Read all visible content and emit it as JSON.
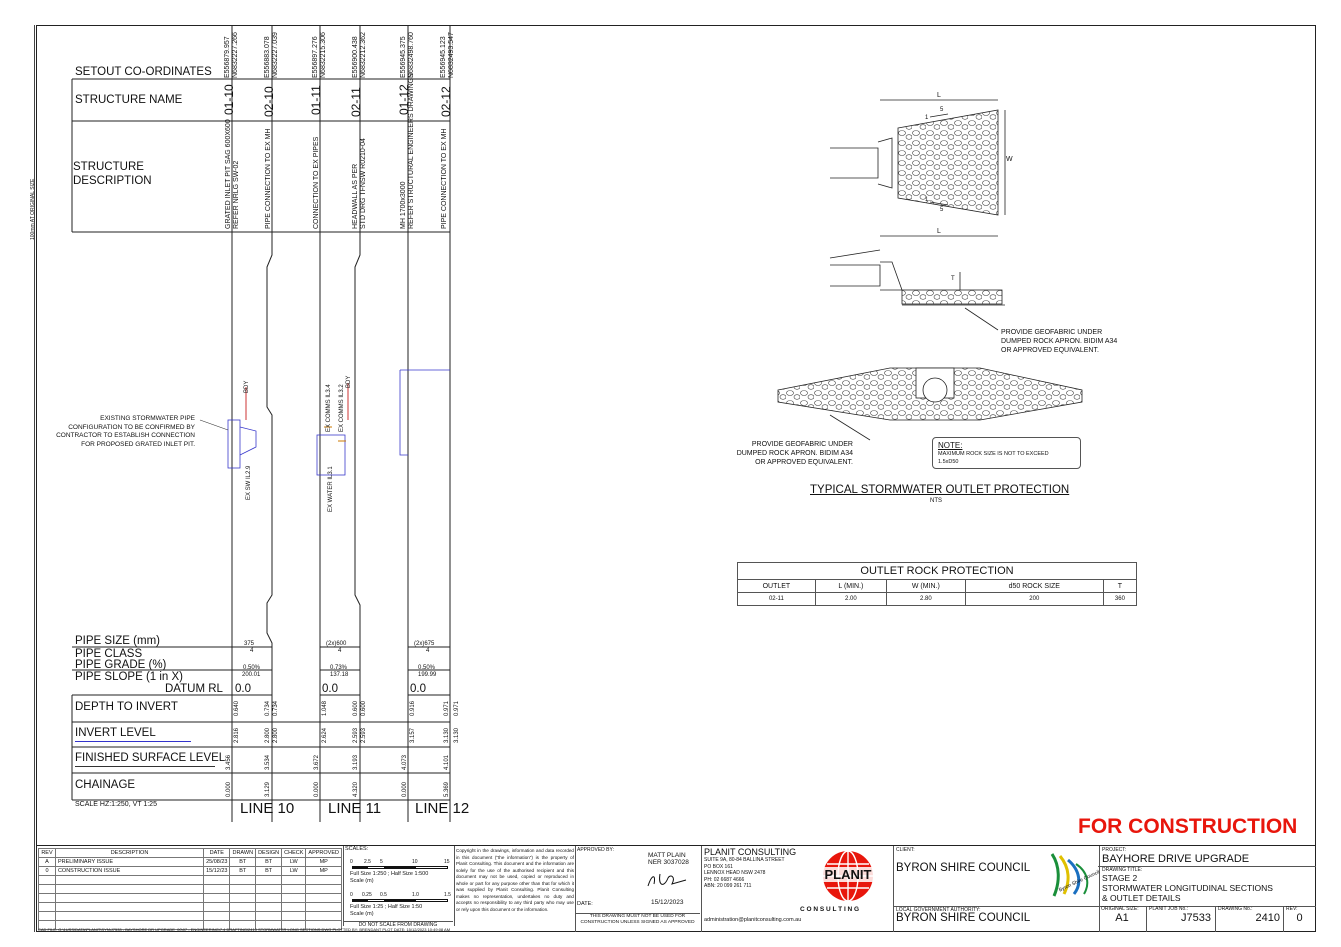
{
  "side_note": "100mm AT ORIGINAL SIZE",
  "left_table": {
    "setout_label": "SETOUT CO-ORDINATES",
    "structure_name_label": "STRUCTURE NAME",
    "structure_desc_label": "STRUCTURE\nDESCRIPTION",
    "coords": [
      {
        "e": "E556879.957",
        "n": "N6832227.266"
      },
      {
        "e": "E556883.078",
        "n": "N6832227.039"
      },
      {
        "e": "E556897.276",
        "n": "N6832215.306"
      },
      {
        "e": "E556900.438",
        "n": "N6832212.362"
      },
      {
        "e": "E556945.375",
        "n": "N6832498.760"
      },
      {
        "e": "E556945.123",
        "n": "N6832493.547"
      }
    ],
    "names": [
      "01-10",
      "02-10",
      "01-11",
      "02-11",
      "01-12",
      "02-12"
    ],
    "descriptions": [
      "GRATED INLET PIT SAG 600X600",
      "REFER NRLG SW-02",
      "PIPE CONNECTION TO EX MH",
      "CONNECTION TO EX PIPES",
      "HEADWALL AS PER",
      "STD DRG TFNSW R0210-04",
      "MH 1700x3000",
      "REFER STRUCTURAL ENGINEERS DRAWINGS",
      "PIPE CONNECTION TO EX MH"
    ]
  },
  "existing_note": "EXISTING STORMWATER PIPE\nCONFIGURATION TO BE CONFIRMED BY\nCONTRACTOR TO ESTABLISH CONNECTION\nFOR PROPOSED GRATED INLET PIT.",
  "profile_labels": {
    "bdy1": "BDY",
    "bdy2": "BDY",
    "exsw": "EX SW IL2.9",
    "excomms1": "EX COMMS IL3.4",
    "excomms2": "EX COMMS IL3.2",
    "exwater": "EX WATER IL3.1"
  },
  "pipe_rows": {
    "pipe_size": "PIPE SIZE (mm)",
    "pipe_class": "PIPE CLASS",
    "pipe_grade": "PIPE GRADE (%)",
    "pipe_slope": "PIPE SLOPE (1 in X)",
    "datum": "DATUM RL",
    "depth": "DEPTH TO INVERT",
    "invert": "INVERT LEVEL",
    "fsl": "FINISHED SURFACE LEVEL",
    "chainage": "CHAINAGE",
    "scale": "SCALE HZ:1:250, VT 1:25"
  },
  "lines": [
    {
      "name": "LINE 10",
      "size": "375",
      "class": "4",
      "grade": "0.50%",
      "slope": "200.01",
      "datum": "0.0",
      "depth": [
        "0.640",
        "0.734",
        "0.734"
      ],
      "invert": [
        "2.816",
        "2.800",
        "2.800"
      ],
      "fsl": [
        "3.456",
        "3.534"
      ],
      "chainage": [
        "0.000",
        "3.129"
      ]
    },
    {
      "name": "LINE 11",
      "size": "(2x)600",
      "class": "4",
      "grade": "0.73%",
      "slope": "137.18",
      "datum": "0.0",
      "depth": [
        "1.048",
        "0.600",
        "0.600"
      ],
      "invert": [
        "2.624",
        "2.593",
        "2.593"
      ],
      "fsl": [
        "3.672",
        "3.193"
      ],
      "chainage": [
        "0.000",
        "4.320"
      ]
    },
    {
      "name": "LINE 12",
      "size": "(2x)675",
      "class": "4",
      "grade": "0.50%",
      "slope": "199.99",
      "datum": "0.0",
      "depth": [
        "0.916",
        "0.971",
        "0.971"
      ],
      "invert": [
        "3.157",
        "3.130",
        "3.130"
      ],
      "fsl": [
        "4.073",
        "4.101"
      ],
      "chainage": [
        "0.000",
        "5.369"
      ]
    }
  ],
  "detail": {
    "dim_L": "L",
    "dim_W": "W",
    "dim_T": "T",
    "slope_1": "1",
    "slope_5": "5",
    "geofabric_note_1": "PROVIDE GEOFABRIC UNDER\nDUMPED ROCK APRON. BIDIM A34\nOR APPROVED EQUIVALENT.",
    "geofabric_note_2": "PROVIDE GEOFABRIC UNDER\nDUMPED ROCK APRON. BIDIM A34\nOR APPROVED EQUIVALENT.",
    "note_title": "NOTE:",
    "note_body": "MAXIMUM ROCK SIZE IS NOT TO EXCEED\n1.5xD50",
    "title": "TYPICAL STORMWATER OUTLET PROTECTION",
    "subtitle": "NTS"
  },
  "rock_table": {
    "title": "OUTLET ROCK PROTECTION",
    "headers": [
      "OUTLET",
      "L (MIN.)",
      "W (MIN.)",
      "d50 ROCK SIZE",
      "T"
    ],
    "rows": [
      [
        "02-11",
        "2.00",
        "2.80",
        "200",
        "360"
      ]
    ]
  },
  "stamp": "FOR CONSTRUCTION",
  "color_stamp": "#e8160c",
  "title_block": {
    "rev_headers": [
      "REV",
      "DESCRIPTION",
      "DATE",
      "DRAWN",
      "DESIGN",
      "CHECK",
      "APPROVED"
    ],
    "rev_rows": [
      [
        "A",
        "PRELIMINARY ISSUE",
        "25/08/23",
        "BT",
        "BT",
        "LW",
        "MP"
      ],
      [
        "0",
        "CONSTRUCTION ISSUE",
        "15/12/23",
        "BT",
        "BT",
        "LW",
        "MP"
      ]
    ],
    "scales_label": "SCALES:",
    "scale1_ticks": [
      "0",
      "2.5",
      "5",
      "10",
      "15"
    ],
    "scale1_text": "Full Size 1:250 ; Half Size 1:500\nScale (m)",
    "scale2_ticks": [
      "0",
      "0.25",
      "0.5",
      "1.0",
      "1.5"
    ],
    "scale2_text": "Full Size 1:25 ; Half Size 1:50\nScale (m)",
    "do_not_scale": "DO NOT SCALE FROM DRAWING",
    "copyright": "Copyright in the drawings, information and data recorded in this document (\"the information\") is the property of Planit Consulting. This document and the information are solely for the use of the authorised recipient and this document may not be used, copied or reproduced in whole or part for any purpose other than that for which it was supplied by Planit Consulting. Planit Consulting makes no representation, undertakes no duty and accepts no responsibility to any third party who may use or rely upon this document or the information.",
    "approved_by": "APPROVED BY:",
    "approver_name": "MATT PLAIN",
    "approver_ner": "NER 3037028",
    "date_label": "DATE:",
    "date": "15/12/2023",
    "approval_note": "THIS DRAWING MUST NOT BE USED FOR\nCONSTRUCTION UNLESS SIGNED AS APPROVED",
    "company": "PLANIT CONSULTING",
    "company_addr": "SUITE 9A, 80-84 BALLINA STREET\nPO BOX 161\nLENNOX HEAD NSW 2478\nPH: 02 6687 4666\nABN: 20 099 261 711",
    "company_email": "administration@planitconsulting.com.au",
    "logo_text": "PLANIT",
    "logo_sub": "C O N S U L T I N G",
    "client_label": "CLIENT:",
    "client": "BYRON SHIRE COUNCIL",
    "authority_label": "LOCAL GOVERNMENT AUTHORITY:",
    "authority": "BYRON SHIRE COUNCIL",
    "council_logo_text": "Byron Shire Council",
    "project_label": "PROJECT:",
    "project": "BAYHORE DRIVE UPGRADE",
    "drawing_title_label": "DRAWING TITLE:",
    "drawing_title": "STAGE 2\nSTORMWATER LONGITUDINAL SECTIONS\n& OUTLET DETAILS",
    "orig_size_label": "ORIGINAL SIZE:",
    "orig_size": "A1",
    "job_label": "PLANIT JOB No.:",
    "job": "J7533",
    "dwg_label": "DRAWING No.:",
    "dwg": "2410",
    "rev_label": "REV:",
    "rev": "0",
    "cad_file": "CAD FILE: G:\\1USS\\DATA\\PLANIT\\SYN\\J7533 - BAYSHORE DR UPGRADE_00\\07 - ENGINEERING\\7.4 DRAFTING\\2410 STORMWATER LONG SECTIONS.DWG PLOTTED BY: BRENDANT  PLOT DATE: 15/12/2023 10:49:08 AM"
  }
}
